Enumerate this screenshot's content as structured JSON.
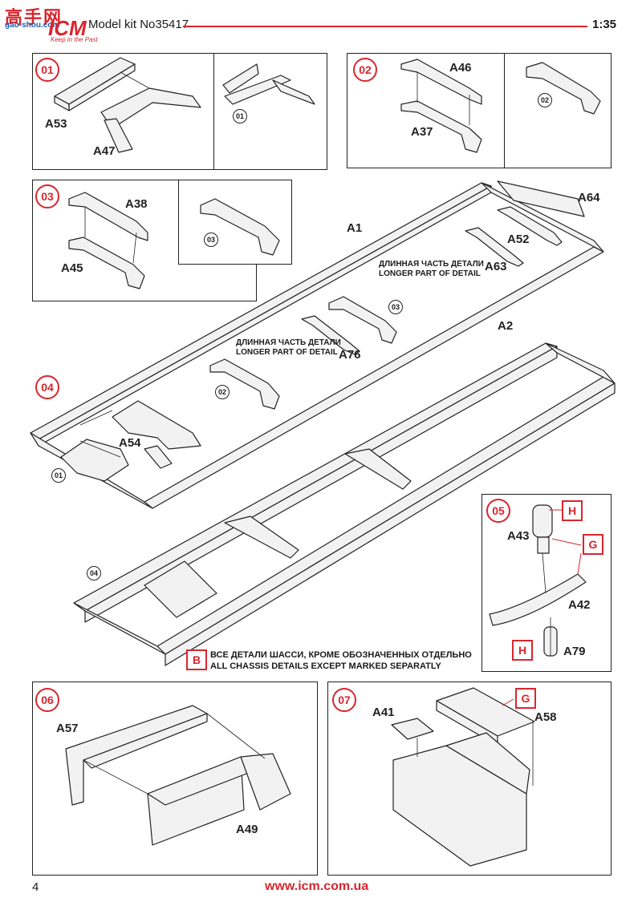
{
  "header": {
    "logo_cn": "高手网",
    "logo_url": "gao-shou.com",
    "brand": "ICM",
    "tagline": "Keep in the Past",
    "model": "Model kit No35417",
    "scale": "1:35"
  },
  "steps": {
    "s01": "01",
    "s02": "02",
    "s03": "03",
    "s04": "04",
    "s05": "05",
    "s06": "06",
    "s07": "07"
  },
  "labels": {
    "a53": "A53",
    "a47": "A47",
    "a46": "A46",
    "a37": "A37",
    "a38": "A38",
    "a45": "A45",
    "a1": "A1",
    "a64": "A64",
    "a52": "A52",
    "a63": "A63",
    "a2": "A2",
    "a76": "A76",
    "a54": "A54",
    "a43": "A43",
    "a42": "A42",
    "a79": "A79",
    "a57": "A57",
    "a49": "A49",
    "a41": "A41",
    "a58": "A58"
  },
  "refs": {
    "r01": "01",
    "r02": "02",
    "r03": "03",
    "r04": "04"
  },
  "tags": {
    "h": "H",
    "g": "G",
    "b": "B"
  },
  "notes": {
    "longer_ru": "ДЛИННАЯ ЧАСТЬ ДЕТАЛИ",
    "longer_en": "LONGER PART OF DETAIL",
    "chassis_ru": "ВСЕ ДЕТАЛИ ШАССИ, КРОМЕ ОБОЗНАЧЕННЫХ ОТДЕЛЬНО",
    "chassis_en": "ALL CHASSIS DETAILS EXCEPT MARKED SEPARATLY"
  },
  "footer": {
    "page": "4",
    "url": "www.icm.com.ua"
  },
  "colors": {
    "accent": "#d8262e",
    "ink": "#222222",
    "part_fill": "#f2f2f2"
  }
}
